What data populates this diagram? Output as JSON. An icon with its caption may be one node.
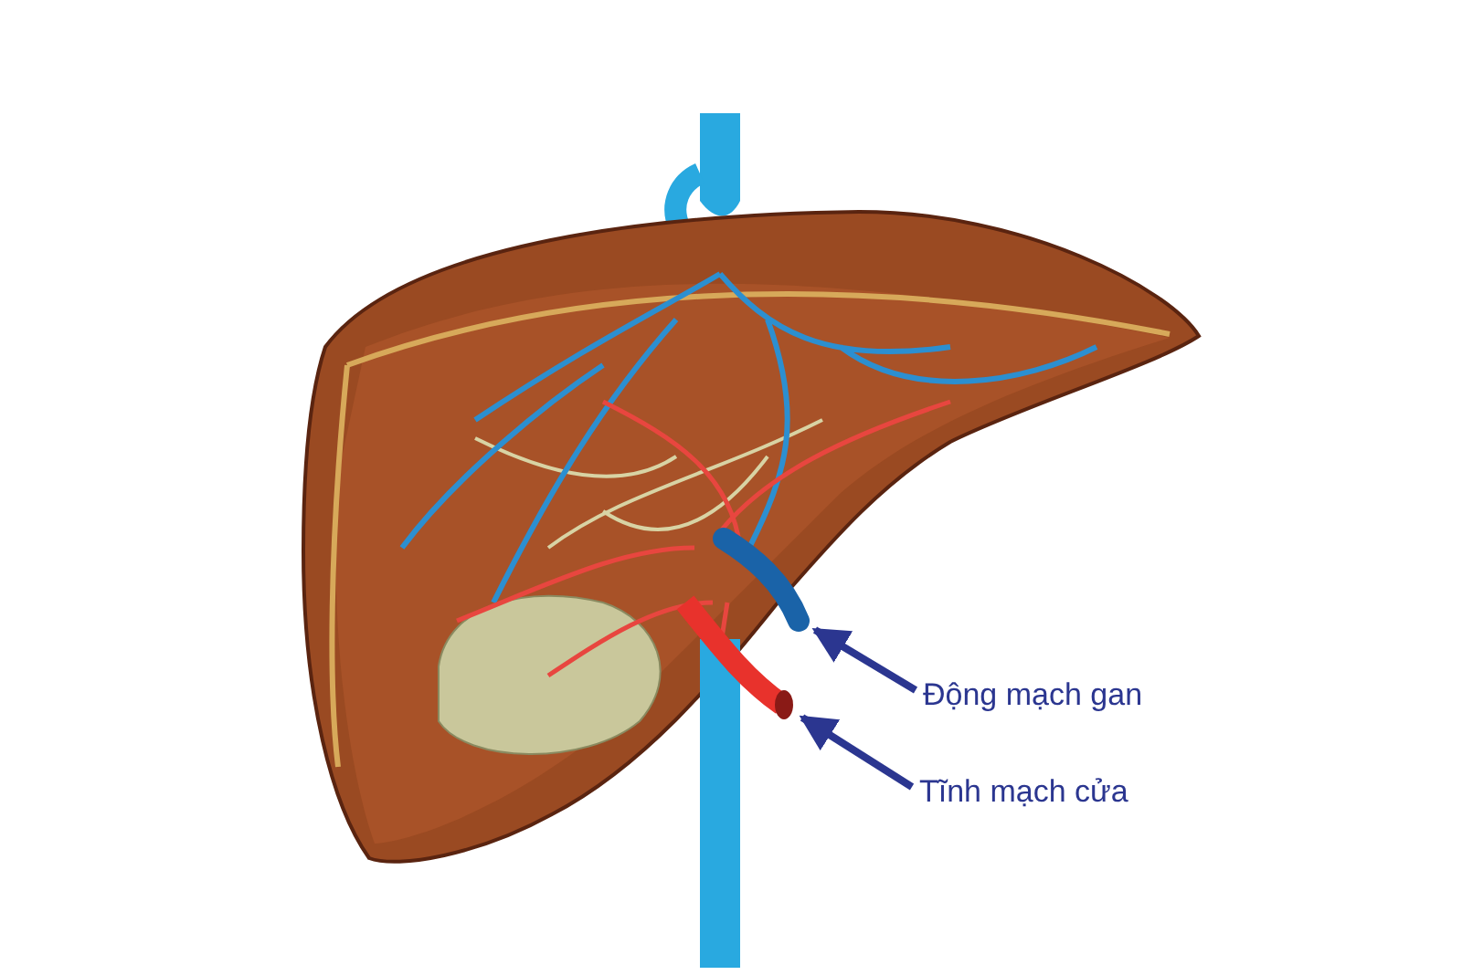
{
  "diagram": {
    "nodes": [
      {
        "text": [
          "Động mạch gan"
        ]
      },
      {
        "text": [],
        "shape": "picture"
      },
      {
        "text": [
          "Tĩnh mạch cửa"
        ]
      },
      {
        "text": [],
        "shape": "picture"
      }
    ],
    "edges": [
      {
        "from": 0,
        "to": 1,
        "arrow": "to"
      },
      {
        "from": 2,
        "to": 3,
        "arrow": "to"
      }
    ]
  }
}
